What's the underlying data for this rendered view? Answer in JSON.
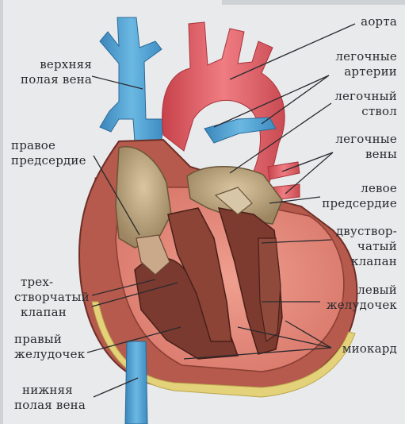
{
  "labels": {
    "aorta": "аорта",
    "pulm_arteries_1": "легочные",
    "pulm_arteries_2": "артерии",
    "pulm_trunk_1": "легочный",
    "pulm_trunk_2": "ствол",
    "pulm_veins_1": "легочные",
    "pulm_veins_2": "вены",
    "left_atrium_1": "левое",
    "left_atrium_2": "предсердие",
    "bicuspid_1": "двуствор-",
    "bicuspid_2": "чатый",
    "bicuspid_3": "клапан",
    "left_ventricle_1": "левый",
    "left_ventricle_2": "желудочек",
    "myocardium": "миокард",
    "svc_1": "верхняя",
    "svc_2": "полая вена",
    "right_atrium_1": "правое",
    "right_atrium_2": "предсердие",
    "tricuspid_1": "трех-",
    "tricuspid_2": "створчатый",
    "tricuspid_3": "клапан",
    "right_ventricle_1": "правый",
    "right_ventricle_2": "желудочек",
    "ivc_1": "нижняя",
    "ivc_2": "полая вена"
  },
  "colors": {
    "vein_blue": "#4a9fd0",
    "artery_red": "#e0575e",
    "muscle_dark": "#7a3a30",
    "myocardium_pink": "#e79787",
    "atrium_tan": "#b7a07a",
    "fat_yellow": "#e4d27a"
  }
}
